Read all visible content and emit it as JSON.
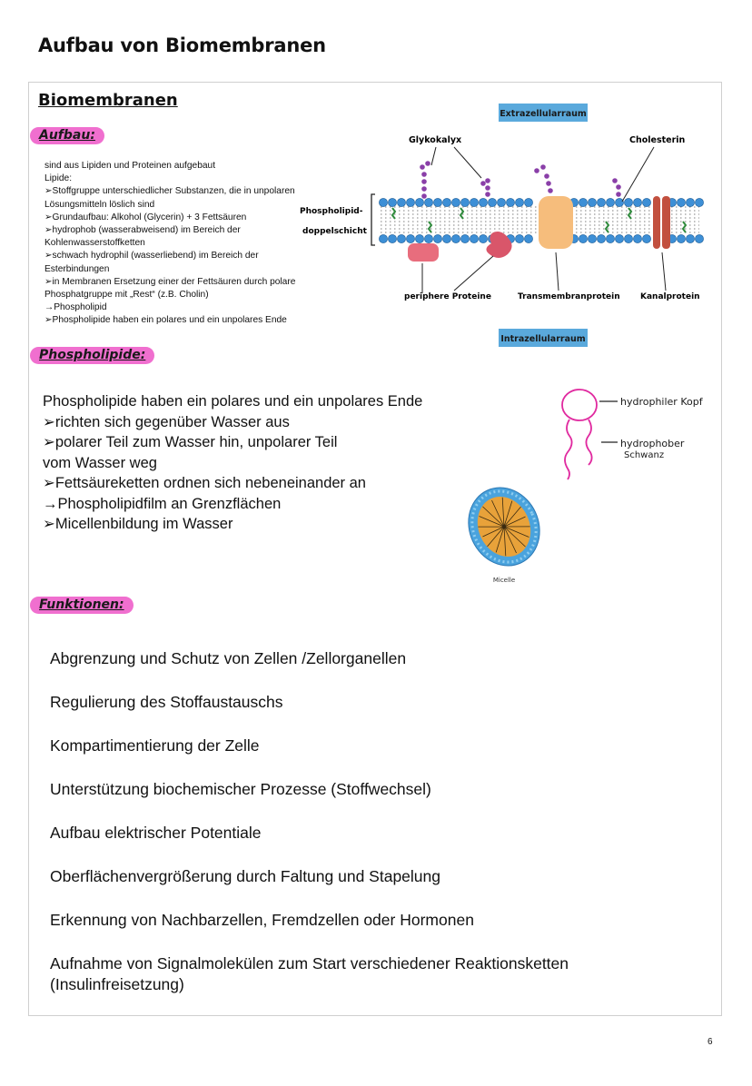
{
  "page": {
    "title": "Aufbau von Biomembranen",
    "page_number": "6"
  },
  "card": {
    "title": "Biomembranen"
  },
  "sections": {
    "aufbau": "Aufbau:",
    "phospholipide": "Phospholipide:",
    "funktionen": "Funktionen:"
  },
  "aufbau_lines": [
    "sind aus Lipiden und Proteinen aufgebaut",
    "Lipide:",
    "➢Stoffgruppe unterschiedlicher Substanzen, die in unpolaren",
    "Lösungsmitteln löslich sind",
    "➢Grundaufbau: Alkohol (Glycerin) + 3 Fettsäuren",
    "➢hydrophob (wasserabweisend) im Bereich der",
    "Kohlenwasserstoffketten",
    "➢schwach hydrophil (wasserliebend) im Bereich der",
    "Esterbindungen",
    "➢in Membranen Ersetzung einer der Fettsäuren durch polare",
    "Phosphatgruppe mit „Rest“ (z.B. Cholin)",
    "→Phospholipid",
    "➢Phospholipide haben ein polares und ein unpolares Ende"
  ],
  "membrane_diagram": {
    "extracellular": "Extrazellularraum",
    "intracellular": "Intrazellularraum",
    "glycocalyx": "Glykokalyx",
    "cholesterol": "Cholesterin",
    "bilayer_line1": "Phospholipid-",
    "bilayer_line2": "doppelschicht",
    "peripheral": "periphere Proteine",
    "transmembrane": "Transmembranprotein",
    "channel": "Kanalprotein"
  },
  "phospholipid_lines": [
    "Phospholipide haben ein polares und ein unpolares Ende",
    "➢richten sich gegenüber Wasser aus",
    "➢polarer Teil zum Wasser hin, unpolarer Teil",
    "vom Wasser weg",
    "➢Fettsäureketten ordnen sich nebeneinander an",
    "→Phospholipidfilm an Grenzflächen",
    "➢Micellenbildung im Wasser"
  ],
  "phospholipid_sketch": {
    "head_label": "hydrophiler Kopf",
    "tail_label_line1": "hydrophober",
    "tail_label_line2": "Schwanz"
  },
  "micelle_caption": "Micelle",
  "functions": [
    "Abgrenzung und Schutz von Zellen /Zellorganellen",
    "Regulierung des Stoffaustauschs",
    "Kompartimentierung der Zelle",
    "Unterstützung biochemischer Prozesse (Stoffwechsel)",
    "Aufbau elektrischer Potentiale",
    "Oberflächenvergrößerung durch Faltung und Stapelung",
    "Erkennung von Nachbarzellen, Fremdzellen oder Hormonen",
    "Aufnahme von Signalmolekülen zum Start verschiedener Reaktionsketten",
    "(Insulinfreisetzung)"
  ],
  "colors": {
    "pill": "#f06fcf",
    "membrane_head": "#3d8fd6",
    "glycan": "#8a3fa8",
    "transmembrane_protein": "#f6bd7c",
    "peripheral_protein": "#d9566a",
    "channel_protein": "#c2503f",
    "label_box": "#5aa9dc",
    "sketch": "#e0299f"
  }
}
